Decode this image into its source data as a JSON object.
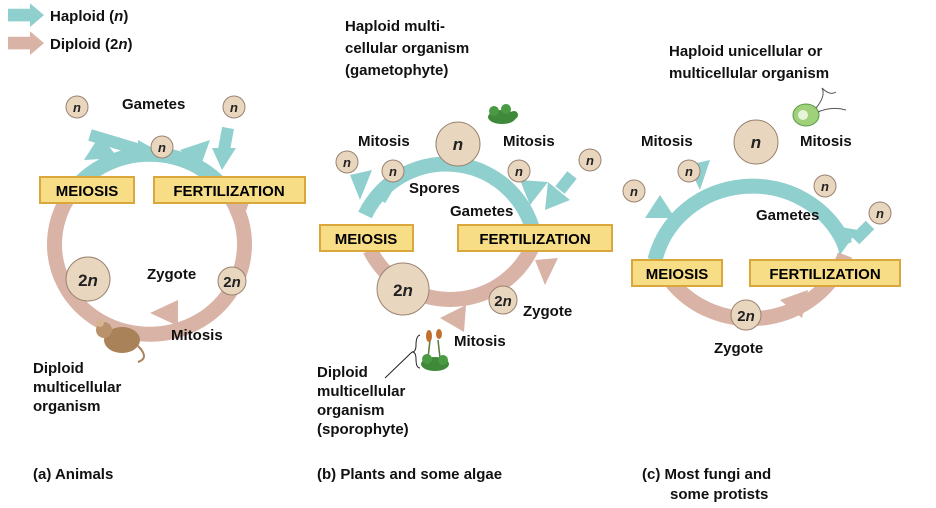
{
  "colors": {
    "haploid_arrow": "#8fcfce",
    "diploid_arrow": "#d9b3a6",
    "circle_fill": "#e9d6bf",
    "circle_stroke": "#9a8270",
    "box_fill": "#f7dd86",
    "box_stroke": "#d9a73c",
    "text": "#111111"
  },
  "legend": {
    "haploid": {
      "label": "Haploid (",
      "symbol": "n",
      "close": ")"
    },
    "diploid": {
      "label": "Diploid (2",
      "symbol": "n",
      "close": ")"
    }
  },
  "symbols": {
    "n": "n",
    "two_n_prefix": "2",
    "two_n_suffix": "n"
  },
  "panel_a": {
    "caption": "(a) Animals",
    "gametes": "Gametes",
    "meiosis": "MEIOSIS",
    "fertilization": "FERTILIZATION",
    "zygote": "Zygote",
    "mitosis": "Mitosis",
    "organism": [
      "Diploid",
      "multicellular",
      "organism"
    ]
  },
  "panel_b": {
    "caption": "(b) Plants and some algae",
    "haploid_organism": [
      "Haploid multi-",
      "cellular organism",
      "(gametophyte)"
    ],
    "mitosis_left": "Mitosis",
    "mitosis_right": "Mitosis",
    "spores": "Spores",
    "gametes": "Gametes",
    "meiosis": "MEIOSIS",
    "fertilization": "FERTILIZATION",
    "zygote": "Zygote",
    "mitosis_bottom": "Mitosis",
    "diploid_organism": [
      "Diploid",
      "multicellular",
      "organism",
      "(sporophyte)"
    ]
  },
  "panel_c": {
    "caption": [
      "(c) Most fungi and",
      "some protists"
    ],
    "haploid_organism": [
      "Haploid unicellular or",
      "multicellular organism"
    ],
    "mitosis_left": "Mitosis",
    "mitosis_right": "Mitosis",
    "gametes": "Gametes",
    "meiosis": "MEIOSIS",
    "fertilization": "FERTILIZATION",
    "zygote": "Zygote"
  }
}
